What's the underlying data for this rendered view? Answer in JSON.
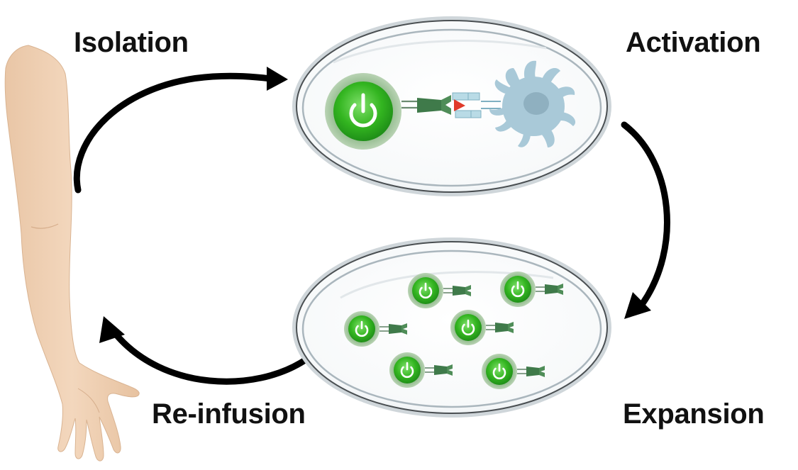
{
  "steps": {
    "isolation": "Isolation",
    "activation": "Activation",
    "expansion": "Expansion",
    "reinfusion": "Re-infusion"
  },
  "colors": {
    "arrow": "#000000",
    "t_cell": "#3dbd2d",
    "receptor": "#3f7a4a",
    "dendritic_cell": "#a9c9d8",
    "antigen": "#e03a2a",
    "dish_rim": "#9aa5ab",
    "skin": "#f1d3b6"
  },
  "icons": {
    "t_cell": "power-icon",
    "limb": "arm-icon"
  }
}
